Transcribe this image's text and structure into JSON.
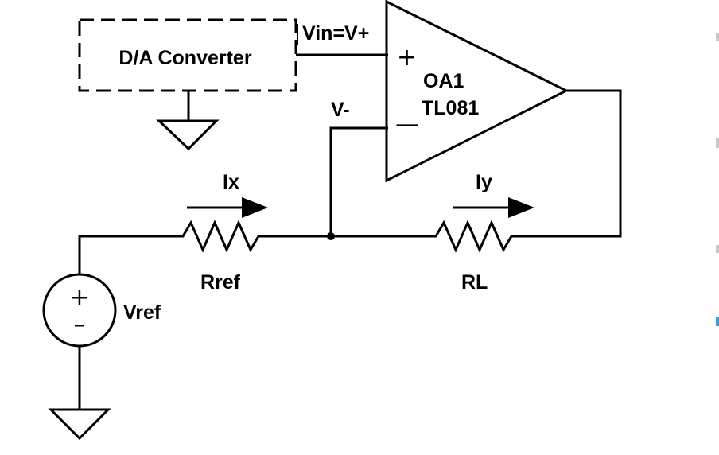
{
  "labels": {
    "dac": "D/A Converter",
    "vin": "Vin=V+",
    "vminus": "V-",
    "opamp_name": "OA1",
    "opamp_part": "TL081",
    "plus_sign": "+",
    "minus_sign": "—",
    "ix": "Ix",
    "iy": "Iy",
    "rref": "Rref",
    "rl": "RL",
    "vref": "Vref",
    "src_plus": "+",
    "src_minus": "–"
  },
  "colors": {
    "wire": "#000000",
    "edge_gray": "#c8c8c8",
    "edge_blue": "#3d9bd6"
  }
}
